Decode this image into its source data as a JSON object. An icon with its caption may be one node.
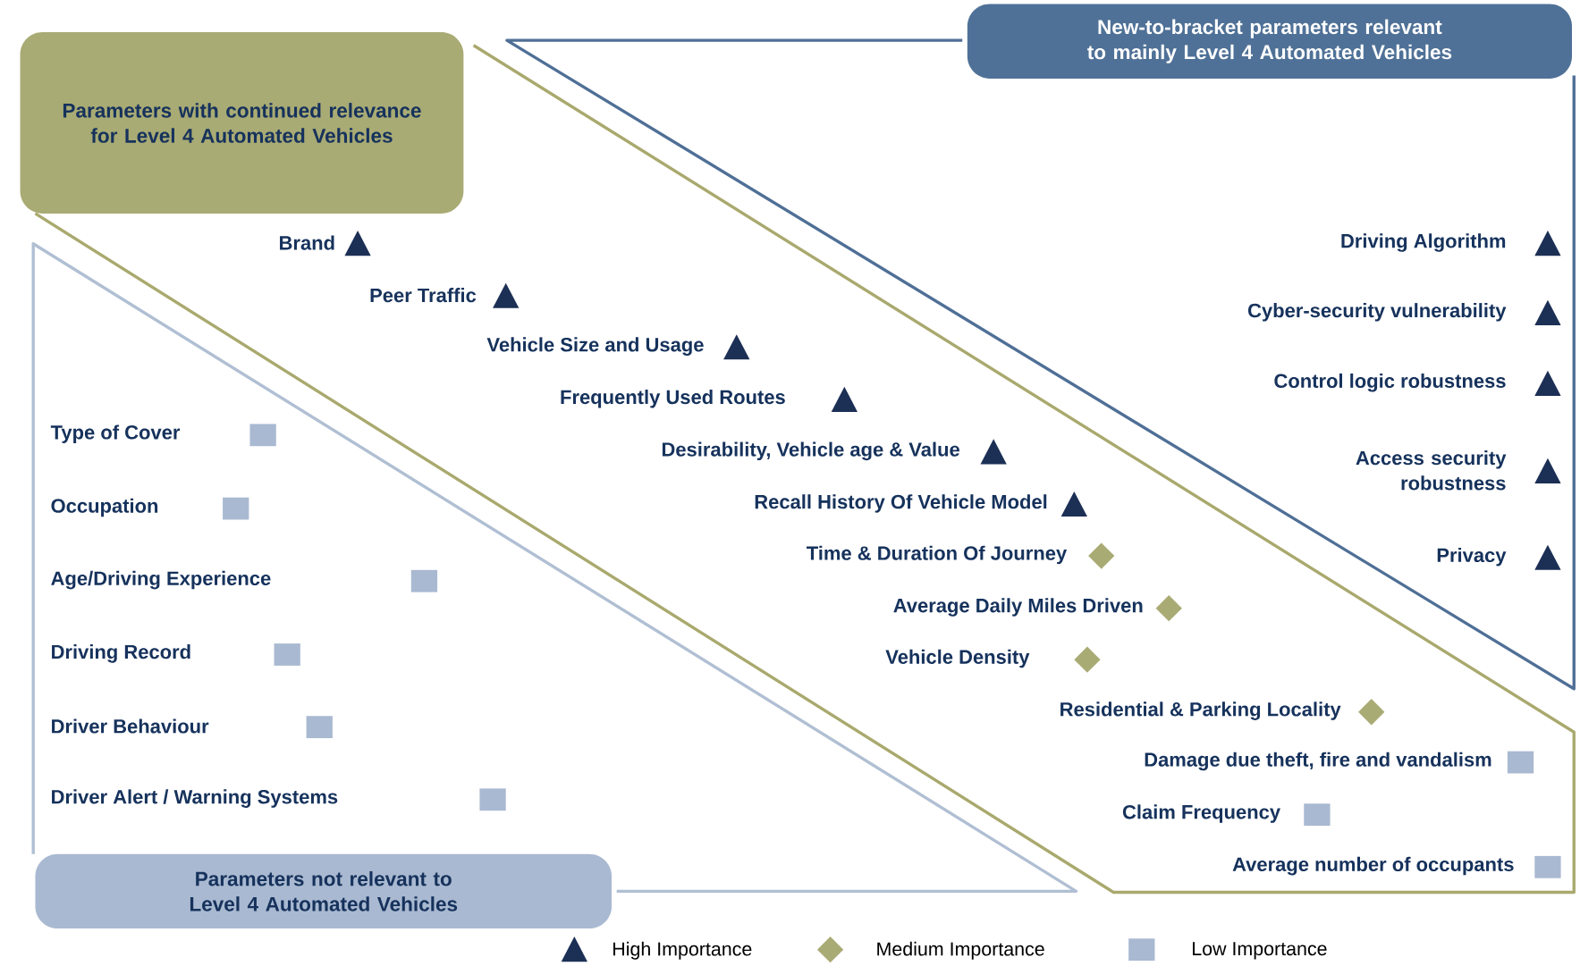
{
  "diagram": {
    "nodes": [
      {
        "text": [
          "Parameters with continued relevance for Level 4 Automated Vehicles"
        ]
      },
      {
        "text": [
          "New-to-bracket parameters relevant to mainly Level 4 Automated Vehicles"
        ]
      },
      {
        "text": [
          "Parameters not relevant to Level 4 Automated Vehicles"
        ]
      }
    ],
    "labels": [
      "Brand",
      "Peer Traffic",
      "Vehicle Size and Usage",
      "Frequently Used Routes",
      "Desirability, Vehicle age & Value",
      "Recall History Of Vehicle Model",
      "Time & Duration Of Journey",
      "Average Daily Miles Driven",
      "Vehicle Density",
      "Residential & Parking Locality",
      "Damage due theft, fire and vandalism",
      "Claim Frequency",
      "Average number of occupants",
      "Driving Algorithm",
      "Cyber-security vulnerability",
      "Control logic robustness",
      "Access security robustness",
      "Privacy",
      "Type of Cover",
      "Occupation",
      "Age/Driving Experience",
      "Driving Record",
      "Driver Behaviour",
      "Driver Alert / Warning Systems"
    ],
    "legend": [
      {
        "text": "High Importance"
      },
      {
        "text": "Medium Importance"
      },
      {
        "text": "Low Importance"
      }
    ]
  }
}
